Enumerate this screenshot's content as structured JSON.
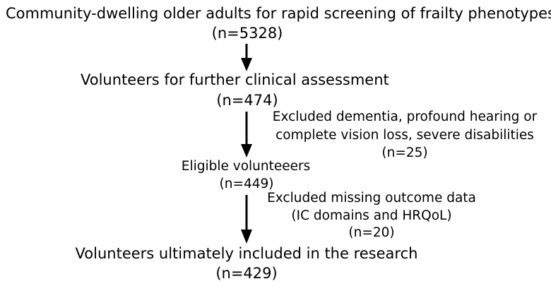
{
  "steps": [
    {
      "title": "Community-dwelling older adults for rapid screening of frailty phenotypes",
      "count": "(n=5328)"
    },
    {
      "title": "Volunteers for further clinical assessment",
      "count": "(n=474)"
    },
    {
      "title": "Eligible volunteeers",
      "count": "(n=449)"
    },
    {
      "title": "Volunteers ultimately included in the research",
      "count": "(n=429)"
    }
  ],
  "exclusions": [
    {
      "line1": "Excluded dementia, profound hearing or",
      "line2": "complete vision loss, severe disabilities",
      "count": "(n=25)"
    },
    {
      "line1": "Excluded missing outcome data",
      "line2": "(IC domains and HRQoL)",
      "count": "(n=20)"
    }
  ]
}
